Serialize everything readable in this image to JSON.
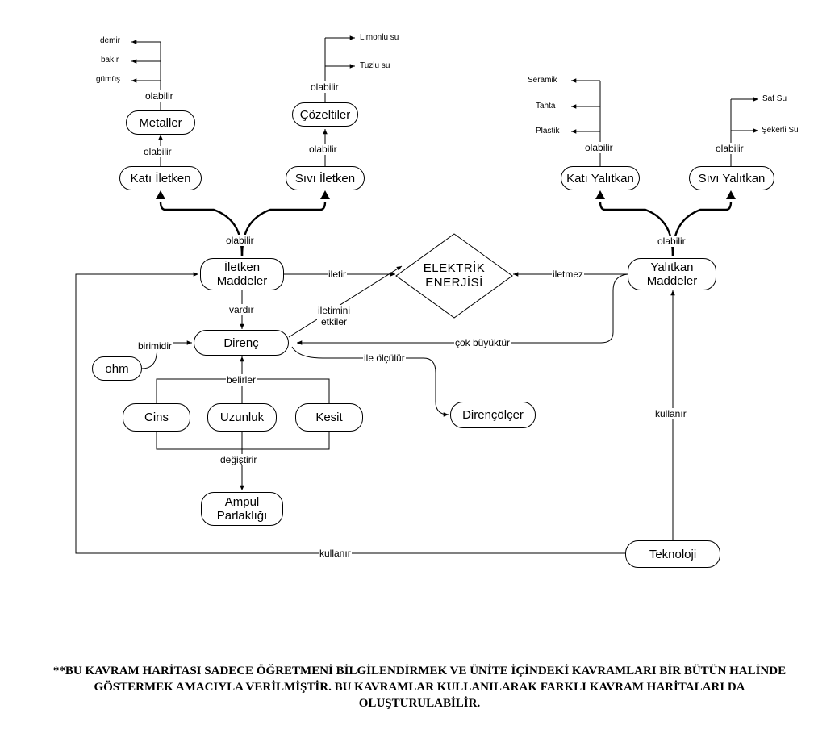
{
  "nodes": {
    "metaller": "Metaller",
    "cozeltiler": "Çözeltiler",
    "kati_iletken": "Katı İletken",
    "sivi_iletken": "Sıvı İletken",
    "iletken_maddeler": "İletken\nMaddeler",
    "elektrik_enerjisi": "ELEKTRİK\nENERJİSİ",
    "yalitkan_maddeler": "Yalıtkan\nMaddeler",
    "kati_yalitkan": "Katı Yalıtkan",
    "sivi_yalitkan": "Sıvı Yalıtkan",
    "direnc": "Direnç",
    "ohm": "ohm",
    "cins": "Cins",
    "uzunluk": "Uzunluk",
    "kesit": "Kesit",
    "ampul": "Ampul\nParlaklığı",
    "direncolcer": "Dirençölçer",
    "teknoloji": "Teknoloji"
  },
  "leaves": {
    "demir": "demir",
    "bakir": "bakır",
    "gumus": "gümüş",
    "limonlu_su": "Limonlu su",
    "tuzlu_su": "Tuzlu su",
    "seramik": "Seramik",
    "tahta": "Tahta",
    "plastik": "Plastik",
    "saf_su": "Saf Su",
    "sekerli_su": "Şekerli Su"
  },
  "links": {
    "olabilir": "olabilir",
    "iletir": "iletir",
    "iletmez": "iletmez",
    "vardir": "vardır",
    "iletimini_etkiler": "iletimini\netkiler",
    "birimidir": "birimidir",
    "cok_buyuktur": "çok büyüktür",
    "ile_olculur": "ile ölçülür",
    "belirler": "belirler",
    "degistirir": "değiştirir",
    "kullanir": "kullanır"
  },
  "footnote": "**BU KAVRAM HARİTASI SADECE ÖĞRETMENİ BİLGİLENDİRMEK VE ÜNİTE İÇİNDEKİ KAVRAMLARI BİR BÜTÜN HALİNDE GÖSTERMEK AMACIYLA VERİLMİŞTİR. BU KAVRAMLAR KULLANILARAK FARKLI KAVRAM HARİTALARI DA OLUŞTURULABİLİR."
}
